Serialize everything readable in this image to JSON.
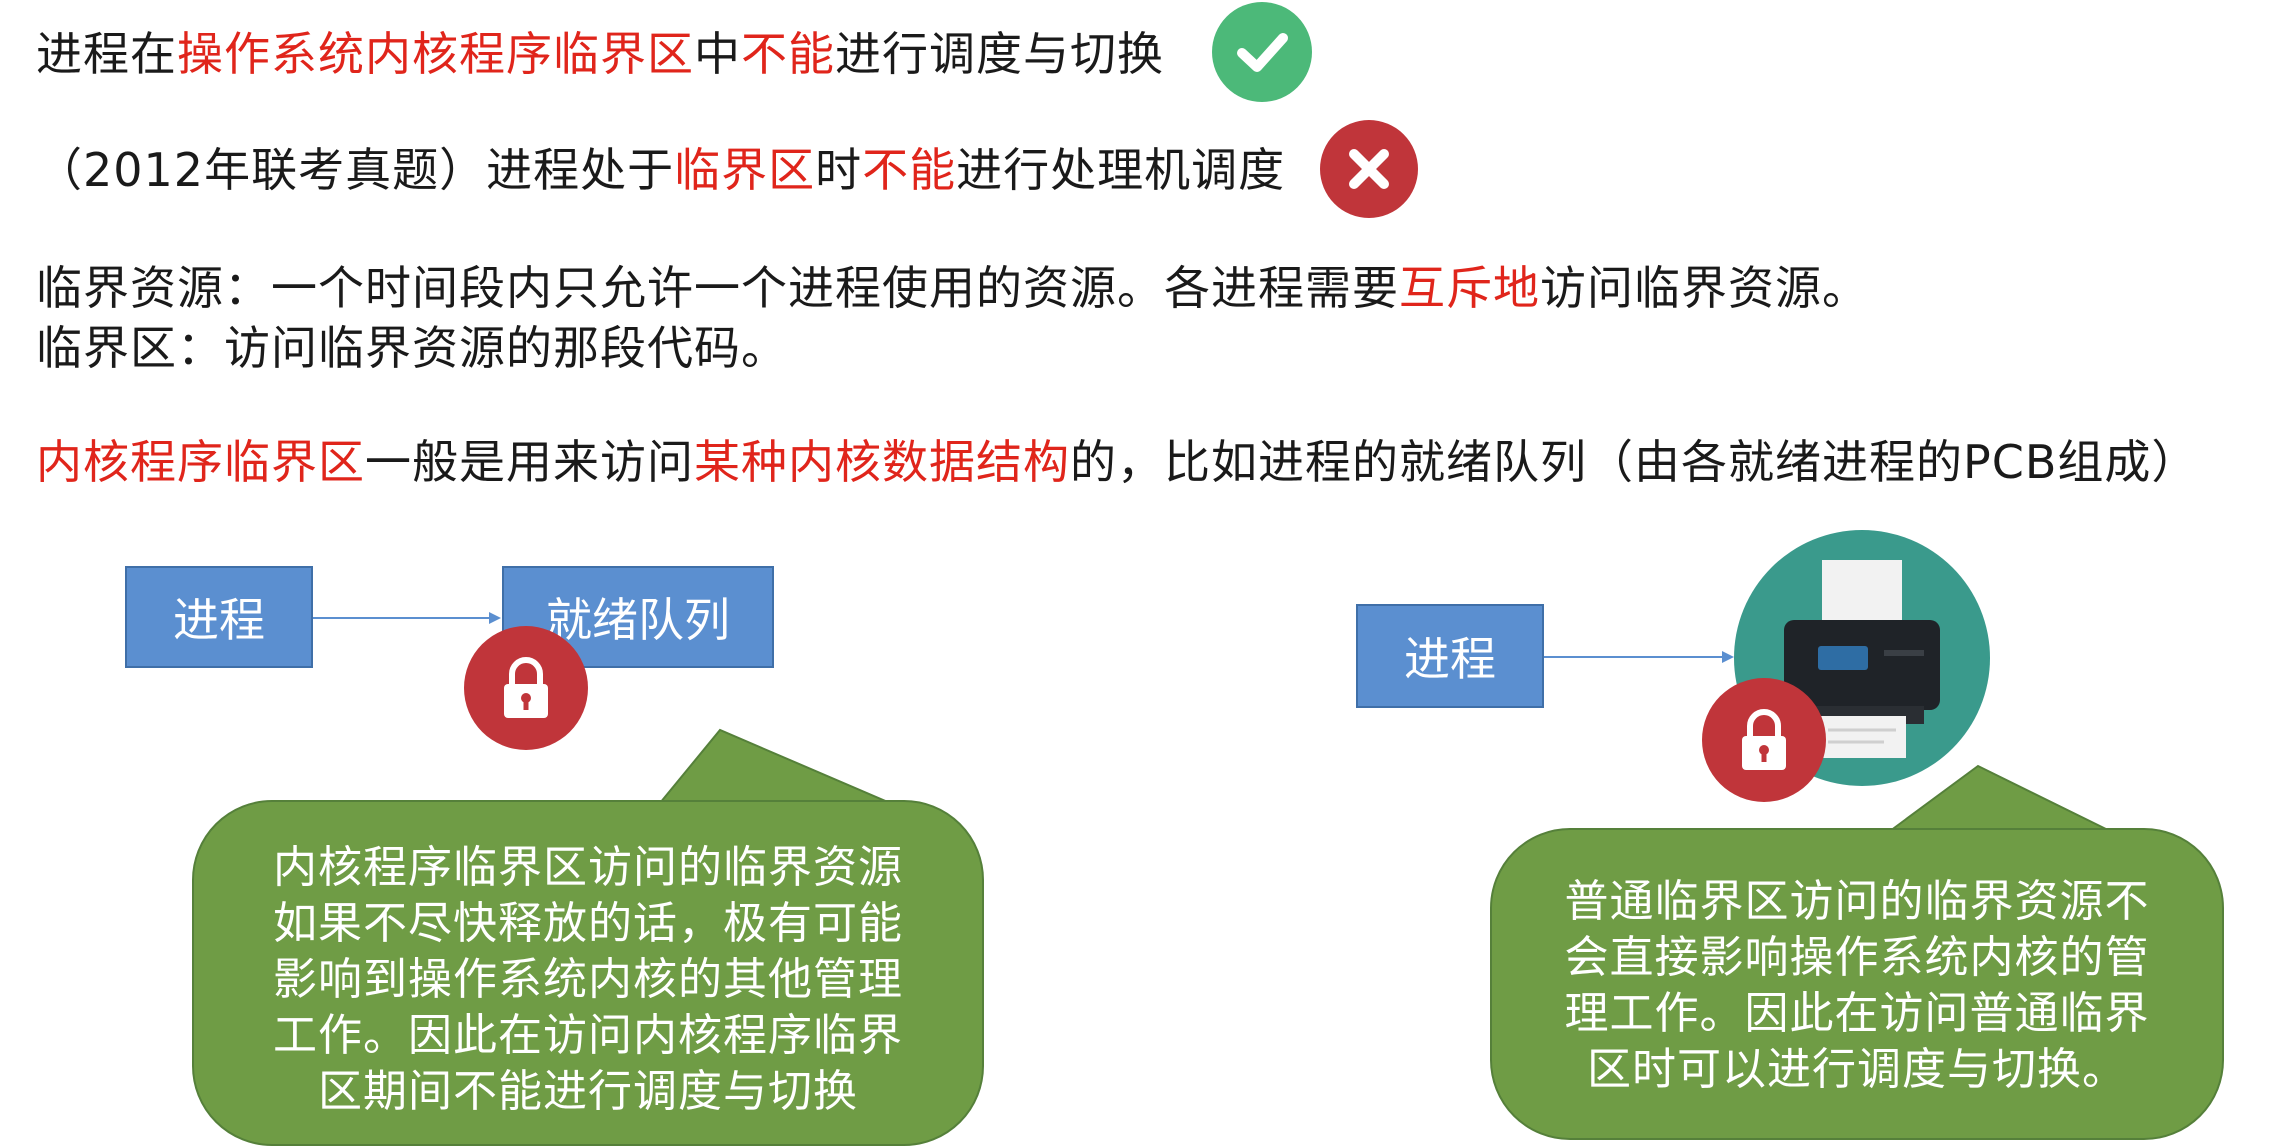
{
  "line1": {
    "prefix": "进程在",
    "red1": "操作系统内核程序临界区",
    "mid": "中",
    "red2": "不能",
    "suffix": "进行调度与切换",
    "icon": "check-icon",
    "icon_color": "#4cb979"
  },
  "line2": {
    "prefix": "（2012年联考真题）进程处于",
    "red1": "临界区",
    "mid": "时",
    "red2": "不能",
    "suffix": "进行处理机调度",
    "icon": "x-icon",
    "icon_color": "#c0353a"
  },
  "line3": {
    "prefix": "临界资源：一个时间段内只允许一个进程使用的资源。各进程需要",
    "red": "互斥地",
    "suffix": "访问临界资源。"
  },
  "line4": {
    "text": "临界区：访问临界资源的那段代码。"
  },
  "line5": {
    "red1": "内核程序临界区",
    "mid": "一般是用来访问",
    "red2": "某种内核数据结构",
    "suffix": "的，比如进程的就绪队列（由各就绪进程的PCB组成）"
  },
  "left_diagram": {
    "process_label": "进程",
    "queue_label": "就绪队列",
    "bubble_lines": [
      "内核程序临界区访问的临界资源",
      "如果不尽快释放的话，极有可能",
      "影响到操作系统内核的其他管理",
      "工作。因此在访问内核程序临界",
      "区期间不能进行调度与切换"
    ]
  },
  "right_diagram": {
    "process_label": "进程",
    "bubble_lines": [
      "普通临界区访问的临界资源不",
      "会直接影响操作系统内核的管",
      "理工作。因此在访问普通临界",
      "区时可以进行调度与切换。"
    ]
  },
  "colors": {
    "red": "#e0251b",
    "box_blue": "#5b8fd0",
    "bubble_green": "#6f9c45",
    "lock_red": "#c0353a",
    "printer_circle": "#3a9a8c"
  }
}
